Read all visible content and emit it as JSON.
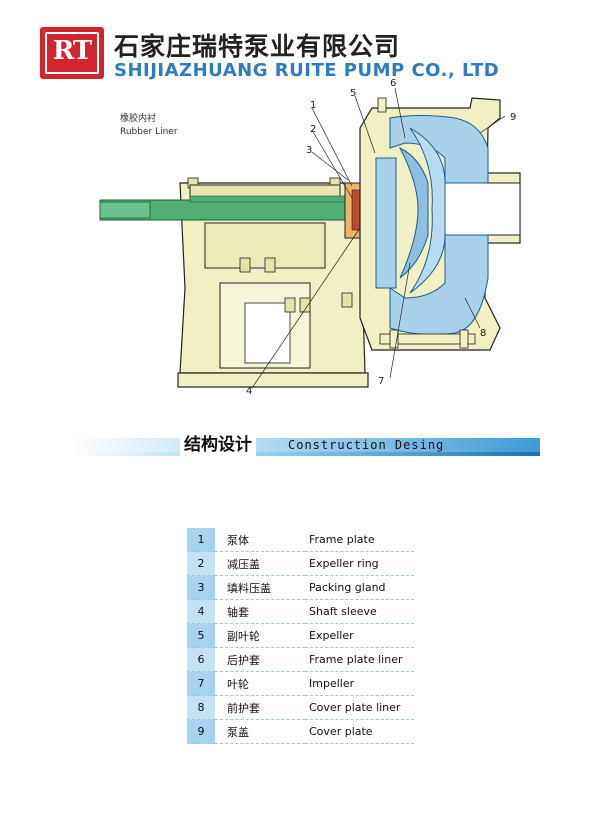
{
  "company": {
    "logo_text": "RT",
    "name_cn": "石家庄瑞特泵业有限公司",
    "name_en": "SHIJIAZHUANG RUITE PUMP CO., LTD"
  },
  "diagram": {
    "liner_cn": "橡胶内衬",
    "liner_en": "Rubber Liner",
    "callouts": [
      "1",
      "2",
      "3",
      "4",
      "5",
      "6",
      "7",
      "8",
      "9"
    ]
  },
  "section": {
    "title_cn": "结构设计",
    "title_en": "Construction Desing"
  },
  "parts": [
    {
      "num": "1",
      "cn": "泵体",
      "en": "Frame plate"
    },
    {
      "num": "2",
      "cn": "减压盖",
      "en": "Expeller ring"
    },
    {
      "num": "3",
      "cn": "填料压盖",
      "en": "Packing gland"
    },
    {
      "num": "4",
      "cn": "轴套",
      "en": "Shaft sleeve"
    },
    {
      "num": "5",
      "cn": "副叶轮",
      "en": "Expeller"
    },
    {
      "num": "6",
      "cn": "后护套",
      "en": "Frame plate liner"
    },
    {
      "num": "7",
      "cn": "叶轮",
      "en": "Impeller"
    },
    {
      "num": "8",
      "cn": "前护套",
      "en": "Cover plate liner"
    },
    {
      "num": "9",
      "cn": "泵盖",
      "en": "Cover plate"
    }
  ],
  "colors": {
    "frame": "#f1efc4",
    "liner": "#a9cfe9",
    "shaft": "#4fae74",
    "outline": "#222222",
    "logo_red": "#d3252d",
    "brand_blue": "#2b7cc4"
  }
}
